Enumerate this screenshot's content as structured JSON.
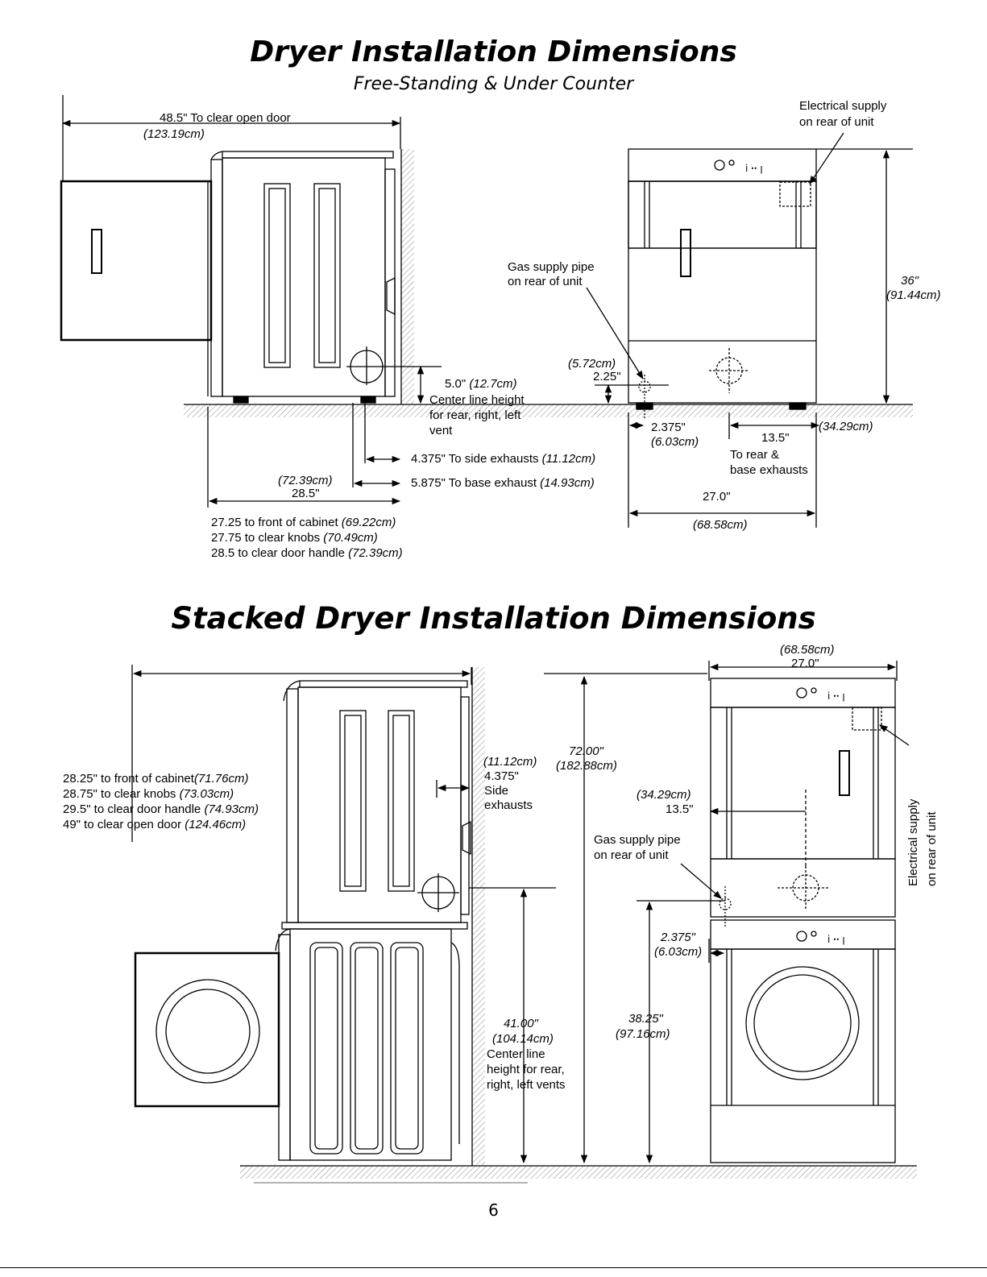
{
  "titles": {
    "main": "Dryer Installation Dimensions",
    "sub": "Free-Standing & Under Counter",
    "stacked": "Stacked Dryer Installation Dimensions"
  },
  "top_side": {
    "open_door_in": "48.5\"   To clear open door",
    "open_door_cm": "(123.19cm)",
    "center_height_in": "5.0\"",
    "center_height_cm": "(12.7cm)",
    "center_height_text_1": "Center line height",
    "center_height_text_2": "for rear, right, left",
    "center_height_text_3": "vent",
    "side_exhaust_in": "4.375\" To side exhausts",
    "side_exhaust_cm": "(11.12cm)",
    "base_exhaust_in": "5.875\" To base exhaust",
    "base_exhaust_cm": "(14.93cm)",
    "depth_cm": "(72.39cm)",
    "depth_in": "28.5\"",
    "list": [
      {
        "text": "27.25 to front of cabinet",
        "cm": "(69.22cm)"
      },
      {
        "text": "27.75 to clear knobs",
        "cm": "(70.49cm)"
      },
      {
        "text": "28.5 to clear door handle",
        "cm": "(72.39cm)"
      }
    ]
  },
  "top_front": {
    "electrical_1": "Electrical supply",
    "electrical_2": "on rear of unit",
    "gas_1": "Gas supply pipe",
    "gas_2": "on rear of unit",
    "gas_height_cm": "(5.72cm)",
    "gas_height_in": "2.25\"",
    "height_in": "36\"",
    "height_cm": "(91.44cm)",
    "offset_in": "2.375\"",
    "offset_cm": "(6.03cm)",
    "rear_in": "13.5\"",
    "rear_cm": "(34.29cm)",
    "rear_text_1": "To rear &",
    "rear_text_2": "base exhausts",
    "width_in": "27.0\"",
    "width_cm": "(68.58cm)"
  },
  "stacked_side": {
    "list": [
      {
        "text": "28.25\" to front of cabinet",
        "cm": "(71.76cm)"
      },
      {
        "text": "28.75\" to clear knobs",
        "cm": "(73.03cm)"
      },
      {
        "text": "29.5\" to clear door handle",
        "cm": "(74.93cm)"
      },
      {
        "text": "49\" to clear open door",
        "cm": "(124.46cm)"
      }
    ],
    "side_cm": "(11.12cm)",
    "side_in": "4.375\"",
    "side_text_1": "Side",
    "side_text_2": "exhausts",
    "center_in": "41.00\"",
    "center_cm": "(104.14cm)",
    "center_text_1": "Center line",
    "center_text_2": "height for rear,",
    "center_text_3": "right, left vents"
  },
  "stacked_front": {
    "total_in": "72.00\"",
    "total_cm": "(182.88cm)",
    "width_cm": "(68.58cm)",
    "width_in": "27.0\"",
    "rear_cm": "(34.29cm)",
    "rear_in": "13.5\"",
    "gas_1": "Gas supply pipe",
    "gas_2": "on rear of unit",
    "offset_in": "2.375\"",
    "offset_cm": "(6.03cm)",
    "gas_height_in": "38.25\"",
    "gas_height_cm": "(97.16cm)",
    "electrical_1": "Electrical supply",
    "electrical_2": "on rear of unit"
  },
  "page_number": "6"
}
